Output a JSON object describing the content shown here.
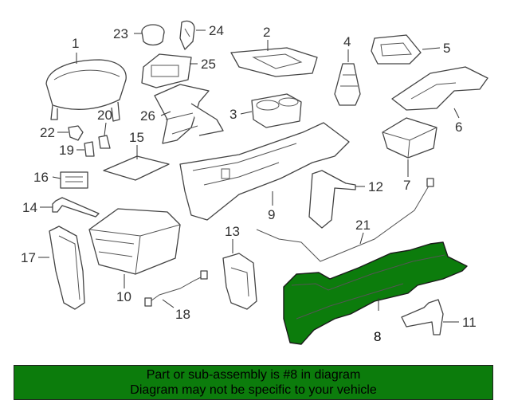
{
  "diagram": {
    "highlight_color": "#0c7c0c",
    "highlight_part": "8",
    "callouts": [
      "1",
      "2",
      "3",
      "4",
      "5",
      "6",
      "7",
      "8",
      "9",
      "11",
      "12",
      "13",
      "14",
      "15",
      "16",
      "17",
      "18",
      "19",
      "20",
      "21",
      "22",
      "23",
      "24",
      "25",
      "26",
      "10"
    ]
  },
  "banner": {
    "line1": "Part or sub-assembly is #8 in diagram",
    "line2": "Diagram may not be specific to your vehicle",
    "bg_color": "#0c7c0c"
  }
}
